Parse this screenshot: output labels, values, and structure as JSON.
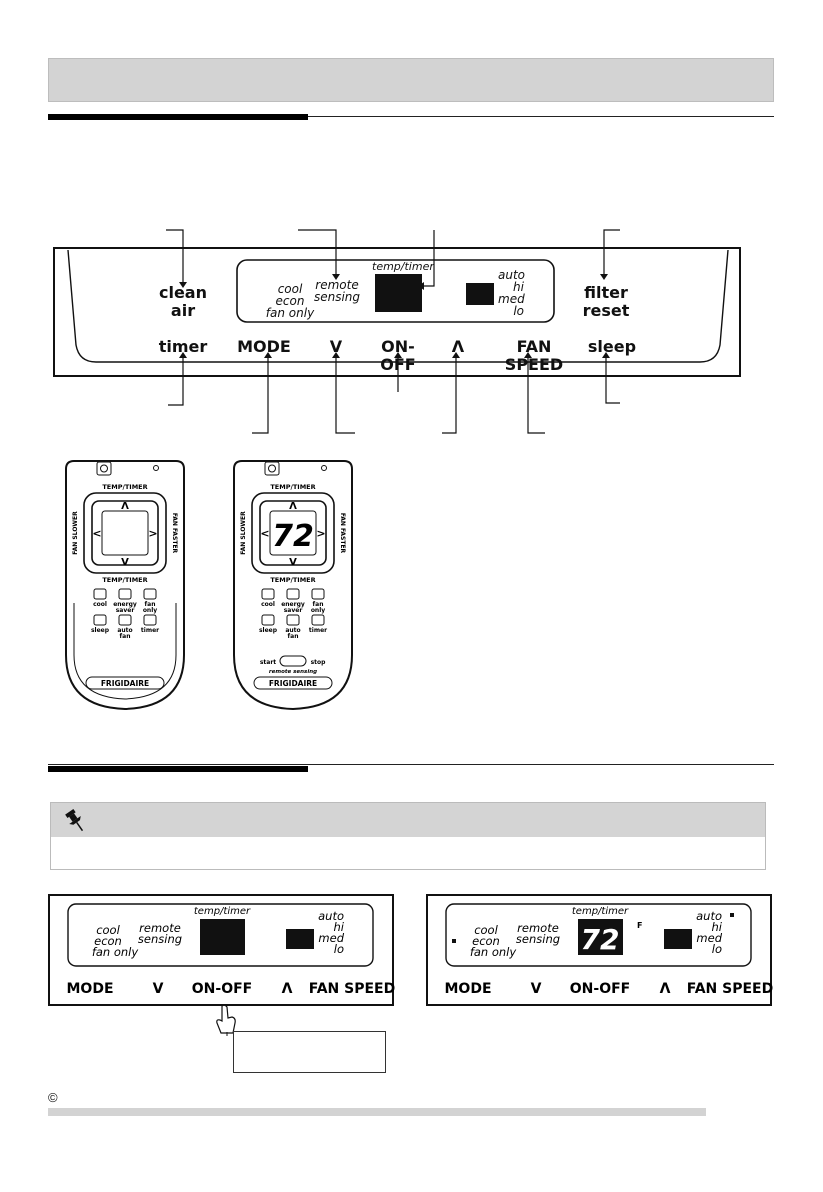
{
  "panel": {
    "clean_air": "clean\nair",
    "filter_reset": "filter\nreset",
    "timer": "timer",
    "mode": "MODE",
    "down": "V",
    "on_off": "ON-OFF",
    "up": "Λ",
    "fan_speed": "FAN SPEED",
    "sleep": "sleep",
    "modes": [
      "cool",
      "econ",
      "fan only"
    ],
    "remote_sensing": "remote\nsensing",
    "temp_timer": "temp/timer",
    "fan_levels": [
      "auto",
      "hi",
      "med",
      "lo"
    ]
  },
  "remote": {
    "temp_timer": "TEMP/TIMER",
    "fan_slower": "FAN SLOWER",
    "fan_faster": "FAN FASTER",
    "display_value": "72",
    "buttons": [
      "cool",
      "energy\nsaver",
      "fan\nonly",
      "sleep",
      "auto\nfan",
      "timer"
    ],
    "start": "start",
    "stop": "stop",
    "remote_sensing": "remote sensing",
    "brand": "FRIGIDAIRE"
  },
  "display_after": {
    "value": "72",
    "unit": "F"
  },
  "footer": {
    "copyright": "©"
  }
}
